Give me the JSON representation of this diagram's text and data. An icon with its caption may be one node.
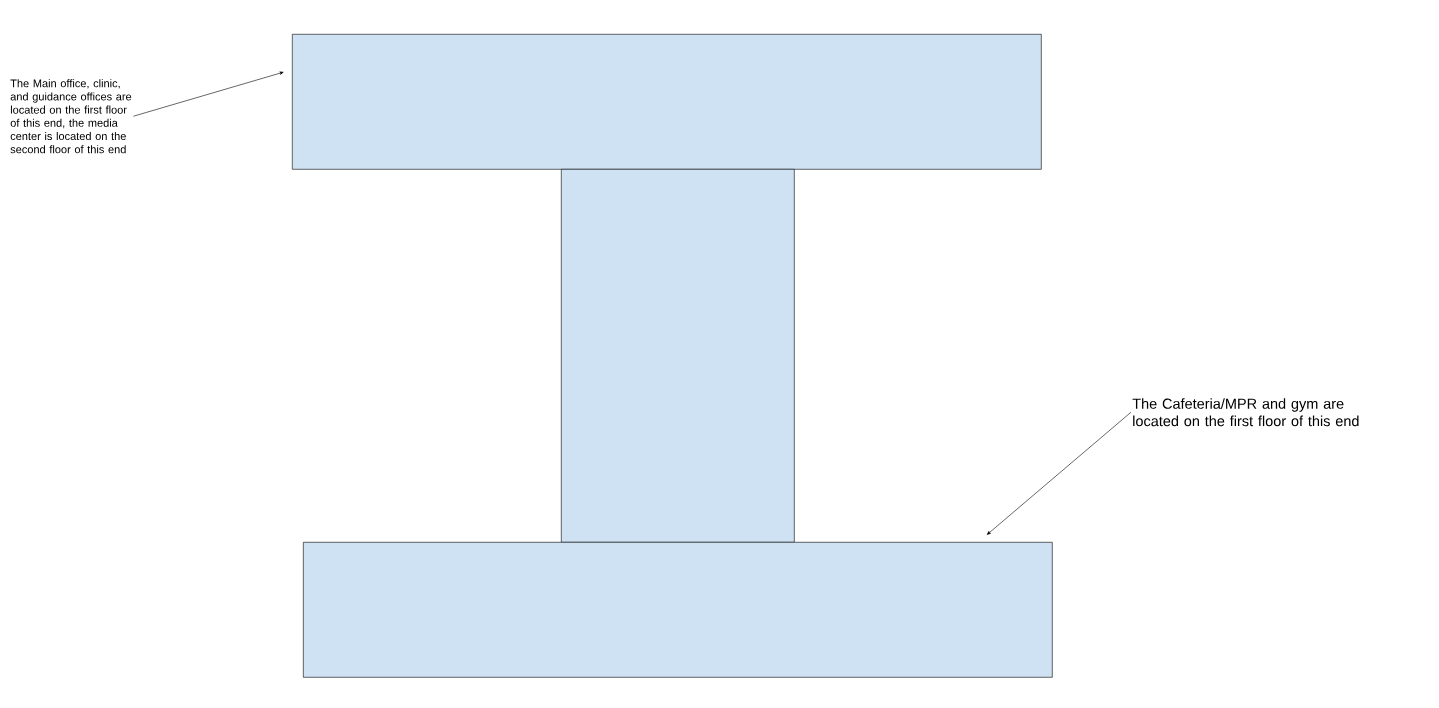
{
  "diagram": {
    "nodes": [
      {
        "text": [],
        "shape": "box"
      },
      {
        "text": [
          "The Main office, clinic, and guidance offices are located on the first floor of this end, the media center is located on the second floor of this end"
        ]
      },
      {
        "text": [],
        "shape": "box"
      },
      {
        "text": [
          "The Cafeteria/MPR and gym are located on the first floor of this end"
        ]
      },
      {
        "text": [],
        "shape": "box"
      }
    ],
    "edges": [
      {
        "from": 1,
        "to": 0,
        "arrow": "to"
      },
      {
        "from": 3,
        "to": 4,
        "arrow": "to"
      }
    ]
  }
}
